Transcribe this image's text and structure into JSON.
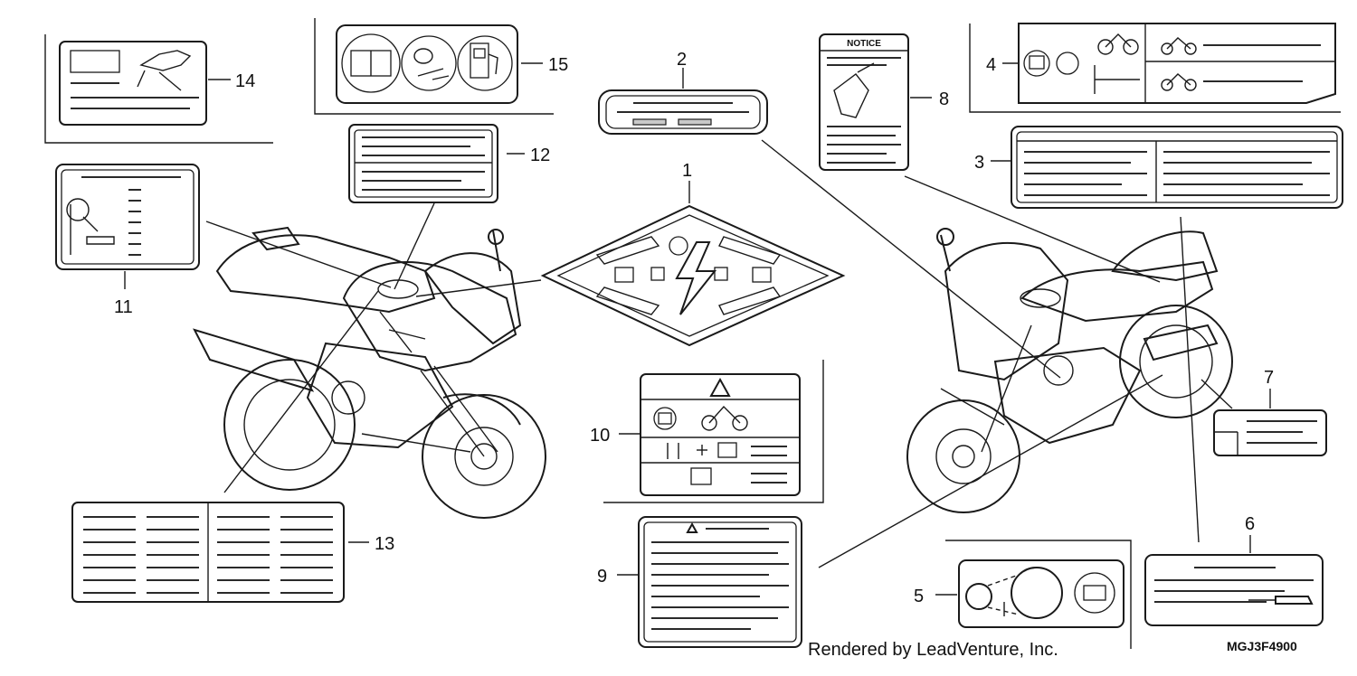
{
  "callouts": [
    "1",
    "2",
    "3",
    "4",
    "5",
    "6",
    "7",
    "8",
    "9",
    "10",
    "11",
    "12",
    "13",
    "14",
    "15"
  ],
  "notice_heading": "NOTICE",
  "credit_text": "Rendered by LeadVenture, Inc.",
  "diagram_code": "MGJ3F4900"
}
